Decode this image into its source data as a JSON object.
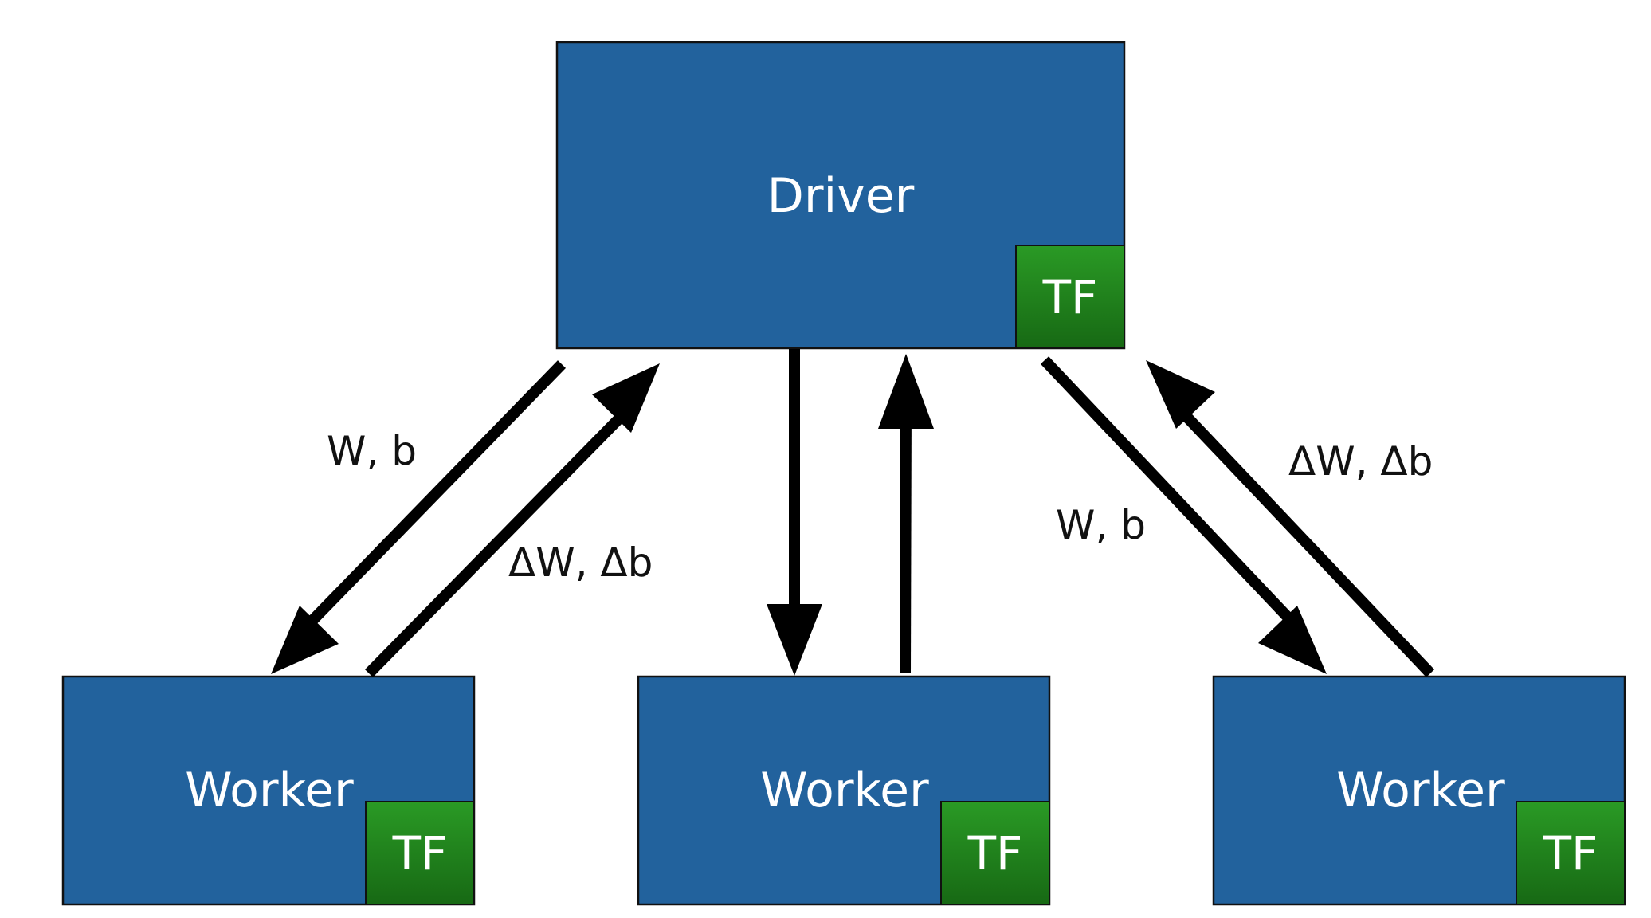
{
  "nodes": {
    "driver": {
      "label": "Driver",
      "badge": "TF"
    },
    "worker_left": {
      "label": "Worker",
      "badge": "TF"
    },
    "worker_middle": {
      "label": "Worker",
      "badge": "TF"
    },
    "worker_right": {
      "label": "Worker",
      "badge": "TF"
    }
  },
  "edges": [
    {
      "from": "driver",
      "to": "worker_left",
      "label": "W, b"
    },
    {
      "from": "worker_left",
      "to": "driver",
      "label": "ΔW, Δb"
    },
    {
      "from": "driver",
      "to": "worker_middle",
      "label": ""
    },
    {
      "from": "worker_middle",
      "to": "driver",
      "label": ""
    },
    {
      "from": "driver",
      "to": "worker_right",
      "label": "W, b"
    },
    {
      "from": "worker_right",
      "to": "driver",
      "label": "ΔW, Δb"
    }
  ],
  "colors": {
    "node_fill": "#22629d",
    "badge_fill": "#1f7d1c",
    "arrow": "#000000",
    "text_on_node": "#ffffff",
    "edge_text": "#111111"
  }
}
